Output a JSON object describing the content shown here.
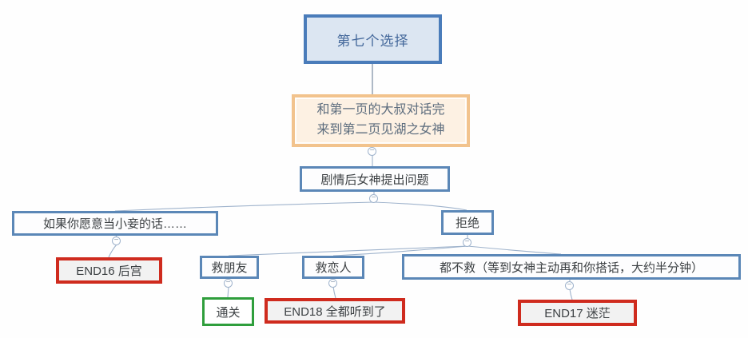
{
  "glyphs": {
    "collapse": "−"
  },
  "palette": {
    "node_border_blue": "#5b87b7",
    "root_border": "#4a7cba",
    "root_fill": "#dce6f2",
    "root_text": "#44689b",
    "orange_border": "#f2c38d",
    "orange_fill": "#fdf1e3",
    "orange_text": "#5d6d7e",
    "red_border": "#cf2b1e",
    "green_border": "#2f9e3c",
    "end_fill": "#f2f2f2",
    "connector": "#9fb3cc",
    "trunk": "#8494a8",
    "text": "#3c4043"
  },
  "nodes": {
    "root": {
      "label": "第七个选择"
    },
    "intro": {
      "line1": "和第一页的大叔对话完",
      "line2": "来到第二页见湖之女神"
    },
    "question": {
      "label": "剧情后女神提出问题"
    },
    "concubine": {
      "label": "如果你愿意当小妾的话……"
    },
    "refuse": {
      "label": "拒绝"
    },
    "end16": {
      "label": "END16 后宫"
    },
    "save_friend": {
      "label": "救朋友"
    },
    "save_lover": {
      "label": "救恋人"
    },
    "save_none": {
      "label": "都不救（等到女神主动再和你搭话，大约半分钟）"
    },
    "clear": {
      "label": "通关"
    },
    "end18": {
      "label": "END18 全都听到了"
    },
    "end17": {
      "label": "END17 迷茫"
    }
  }
}
